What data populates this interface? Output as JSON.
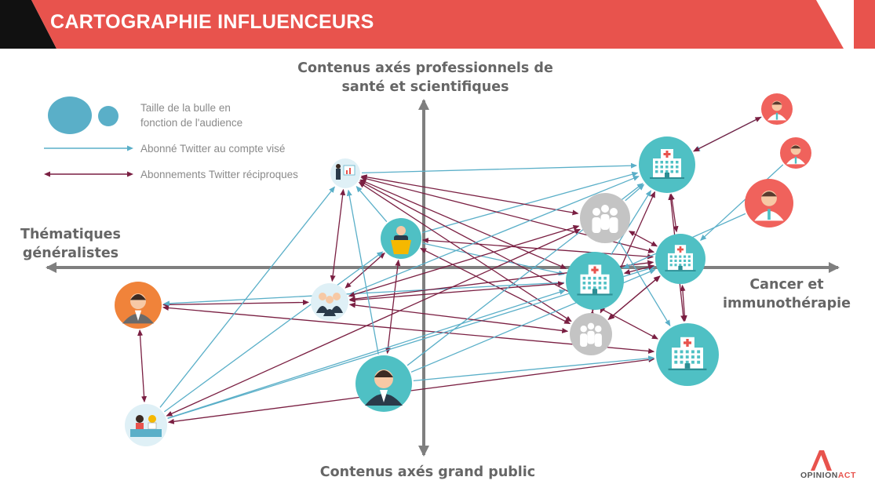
{
  "header": {
    "title": "CARTOGRAPHIE INFLUENCEURS"
  },
  "axes": {
    "top": "Contenus axés professionnels de santé et scientifiques",
    "bottom": "Contenus axés grand public",
    "left": "Thématiques généralistes",
    "right": "Cancer et immunothérapie"
  },
  "legend": {
    "bubble_size": "Taille de la bulle en fonction de l'audience",
    "follower": "Abonné Twitter au compte visé",
    "reciprocal": "Abonnements Twitter réciproques"
  },
  "logo": {
    "brand": "OPINION",
    "accent": "ACT"
  },
  "colors": {
    "header_red": "#e8534d",
    "header_black": "#111111",
    "follower_arrow": "#5aafc8",
    "reciprocal_arrow": "#7a1f42",
    "axis": "#7f7f7f",
    "hospital_bubble": "#4fc0c4",
    "group_bubble": "#c4c4c4"
  },
  "nodes": [
    {
      "id": "presenter",
      "icon": "presenter-icon"
    },
    {
      "id": "speaker",
      "icon": "speaker-podium-icon"
    },
    {
      "id": "woman",
      "icon": "person-icon"
    },
    {
      "id": "team",
      "icon": "people-group-icon"
    },
    {
      "id": "desk",
      "icon": "desk-people-icon"
    },
    {
      "id": "man",
      "icon": "person-icon"
    },
    {
      "id": "hosp-a",
      "icon": "hospital-icon"
    },
    {
      "id": "hosp-b",
      "icon": "hospital-icon"
    },
    {
      "id": "hosp-c",
      "icon": "hospital-icon"
    },
    {
      "id": "hosp-d",
      "icon": "hospital-icon"
    },
    {
      "id": "grp-a",
      "icon": "people-group-icon"
    },
    {
      "id": "grp-b",
      "icon": "people-group-icon"
    },
    {
      "id": "doc-a",
      "icon": "doctor-icon"
    },
    {
      "id": "doc-b",
      "icon": "doctor-icon"
    },
    {
      "id": "doc-c",
      "icon": "doctor-icon"
    }
  ],
  "edges": [
    {
      "from": "presenter",
      "to": "hosp-a",
      "type": "follower"
    },
    {
      "from": "speaker",
      "to": "presenter",
      "type": "follower"
    },
    {
      "from": "speaker",
      "to": "hosp-a",
      "type": "follower"
    },
    {
      "from": "speaker",
      "to": "hosp-b",
      "type": "follower"
    },
    {
      "from": "speaker",
      "to": "team",
      "type": "reciprocal"
    },
    {
      "from": "speaker",
      "to": "hosp-c",
      "type": "reciprocal"
    },
    {
      "from": "speaker",
      "to": "grp-b",
      "type": "reciprocal"
    },
    {
      "from": "speaker",
      "to": "man",
      "type": "reciprocal"
    },
    {
      "from": "presenter",
      "to": "team",
      "type": "reciprocal"
    },
    {
      "from": "presenter",
      "to": "grp-a",
      "type": "reciprocal"
    },
    {
      "from": "presenter",
      "to": "hosp-b",
      "type": "reciprocal"
    },
    {
      "from": "presenter",
      "to": "grp-b",
      "type": "reciprocal"
    },
    {
      "from": "presenter",
      "to": "hosp-c",
      "type": "reciprocal"
    },
    {
      "from": "presenter",
      "to": "hosp-d",
      "type": "reciprocal"
    },
    {
      "from": "woman",
      "to": "team",
      "type": "reciprocal"
    },
    {
      "from": "woman",
      "to": "desk",
      "type": "reciprocal"
    },
    {
      "from": "woman",
      "to": "hosp-d",
      "type": "reciprocal"
    },
    {
      "from": "hosp-b",
      "to": "woman",
      "type": "follower"
    },
    {
      "from": "desk",
      "to": "presenter",
      "type": "follower"
    },
    {
      "from": "desk",
      "to": "speaker",
      "type": "follower"
    },
    {
      "from": "desk",
      "to": "hosp-b",
      "type": "follower"
    },
    {
      "from": "desk",
      "to": "hosp-c",
      "type": "follower"
    },
    {
      "from": "desk",
      "to": "grp-a",
      "type": "reciprocal"
    },
    {
      "from": "desk",
      "to": "hosp-d",
      "type": "reciprocal"
    },
    {
      "from": "team",
      "to": "hosp-a",
      "type": "follower"
    },
    {
      "from": "team",
      "to": "hosp-b",
      "type": "reciprocal"
    },
    {
      "from": "team",
      "to": "hosp-c",
      "type": "reciprocal"
    },
    {
      "from": "team",
      "to": "grp-b",
      "type": "reciprocal"
    },
    {
      "from": "team",
      "to": "grp-a",
      "type": "reciprocal"
    },
    {
      "from": "man",
      "to": "hosp-a",
      "type": "follower"
    },
    {
      "from": "man",
      "to": "hosp-c",
      "type": "follower"
    },
    {
      "from": "man",
      "to": "hosp-d",
      "type": "follower"
    },
    {
      "from": "man",
      "to": "presenter",
      "type": "follower"
    },
    {
      "from": "hosp-b",
      "to": "hosp-a",
      "type": "follower"
    },
    {
      "from": "hosp-b",
      "to": "hosp-c",
      "type": "reciprocal"
    },
    {
      "from": "hosp-b",
      "to": "grp-b",
      "type": "reciprocal"
    },
    {
      "from": "hosp-c",
      "to": "grp-a",
      "type": "reciprocal"
    },
    {
      "from": "hosp-c",
      "to": "grp-b",
      "type": "reciprocal"
    },
    {
      "from": "hosp-c",
      "to": "hosp-d",
      "type": "reciprocal"
    },
    {
      "from": "hosp-a",
      "to": "grp-b",
      "type": "reciprocal"
    },
    {
      "from": "hosp-a",
      "to": "hosp-c",
      "type": "reciprocal"
    },
    {
      "from": "grp-a",
      "to": "hosp-d",
      "type": "follower"
    },
    {
      "from": "grp-a",
      "to": "hosp-a",
      "type": "follower"
    },
    {
      "from": "doc-a",
      "to": "hosp-a",
      "type": "follower"
    },
    {
      "from": "doc-b",
      "to": "hosp-c",
      "type": "follower"
    },
    {
      "from": "doc-c",
      "to": "hosp-b",
      "type": "follower"
    },
    {
      "from": "hosp-a",
      "to": "doc-a",
      "type": "reciprocal"
    },
    {
      "from": "hosp-a",
      "to": "hosp-d",
      "type": "reciprocal"
    },
    {
      "from": "grp-b",
      "to": "hosp-c",
      "type": "reciprocal"
    }
  ]
}
